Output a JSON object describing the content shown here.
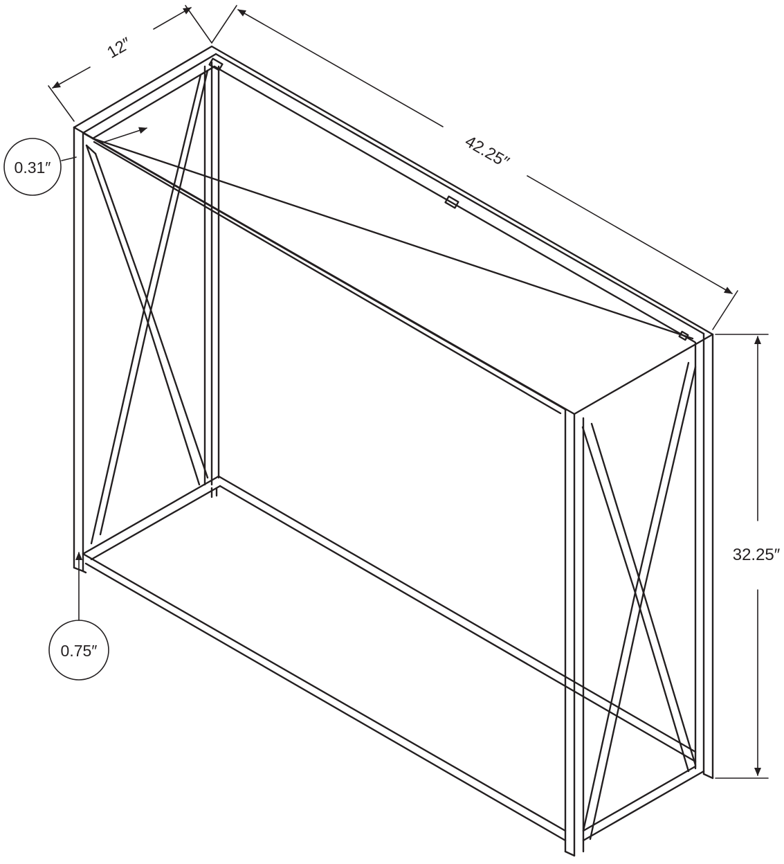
{
  "colors": {
    "line": "#231f20",
    "background": "#ffffff"
  },
  "dimensions": {
    "depth": "12″",
    "width": "42.25″",
    "height": "32.25″",
    "tube_thickness": "0.31″",
    "foot_height": "0.75″"
  }
}
